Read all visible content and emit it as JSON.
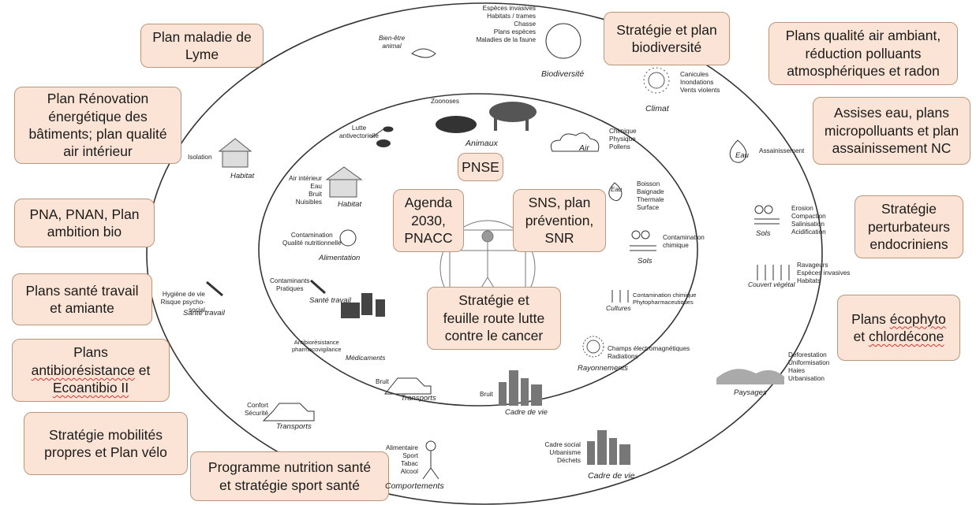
{
  "center": {
    "pnse": "PNSE"
  },
  "inner_boxes": {
    "agenda": "Agenda\n2030,\nPNACC",
    "sns": "SNS, plan\nprévention,\nSNR",
    "cancer": "Stratégie et\nfeuille route lutte\ncontre le cancer"
  },
  "outer_boxes": {
    "lyme": "Plan maladie de\nLyme",
    "renovation": "Plan Rénovation\nénergétique des\nbâtiments; plan qualité\nair intérieur",
    "pna": "PNA, PNAN, Plan\nambition bio",
    "sante_travail": "Plans santé travail\net  amiante",
    "antibio_1": "Plans",
    "antibio_2": "antibiorésistance",
    "antibio_3": " et",
    "antibio_4": "Ecoantibio II",
    "mobilite": "Stratégie mobilités\npropres et Plan vélo",
    "nutrition": "Programme nutrition santé\net stratégie sport santé",
    "biodiversite": "Stratégie et plan\nbiodiversité",
    "air": "Plans qualité air ambiant,\nréduction polluants\natmosphériques et radon",
    "eau": "Assises eau, plans\nmicropolluants et plan\nassainissement NC",
    "perturbateurs": "Stratégie\nperturbateurs\nendocriniens",
    "ecophyto_1": "Plans ",
    "ecophyto_2": "écophyto",
    "ecophyto_3": "et ",
    "ecophyto_4": "chlordécone"
  },
  "outer_ring": {
    "bien_etre": "Bien-être\nanimal",
    "biodiv_items": "Espèces invasives\nHabitats / trames\nChasse\nPlans espèces\nMaladies de la faune",
    "biodiv_cat": "Biodiversité",
    "climat_items": "Canicules\nInondations\nVents violents",
    "climat_cat": "Climat",
    "eau_cat": "Eau",
    "eau_items": "Assainissement",
    "sols_items": "Erosion\nCompaction\nSalinisation\nAcidification",
    "sols_cat": "Sols",
    "couvert_items": "Ravageurs\nEspèces invasives\nHabitats",
    "couvert_cat": "Couvert végétal",
    "paysages_items": "Déforestation\nUniformisation\nHaies\nUrbanisation",
    "paysages_cat": "Paysages",
    "cadre_items": "Cadre social\nUrbanisme\nDéchets",
    "cadre_cat": "Cadre de vie",
    "comport_items": "Alimentaire\nSport\nTabac\nAlcool",
    "comport_cat": "Comportements",
    "transports_items": "Confort\nSécurité",
    "transports_cat": "Transports",
    "travail_items": "Hygiène de vie\nRisque psycho-social",
    "travail_cat": "Santé travail",
    "habitat_items": "Isolation",
    "habitat_cat": "Habitat"
  },
  "inner_ring": {
    "zoonoses": "Zoonoses",
    "animaux_cat": "Animaux",
    "lutte": "Lutte\nantivectorielle",
    "air_cat": "Air",
    "air_items": "Chimique\nPhysique\nPollens",
    "eau_cat": "Eau",
    "eau_items": "Boisson\nBaignade\nThermale\nSurface",
    "sols_items": "Contamination\nchimique",
    "sols_cat": "Sols",
    "cultures_items": "Contamination chimique\nPhytopharmaceutiques",
    "cultures_cat": "Cultures",
    "rayon_items": "Champs électromagnétiques\nRadiations",
    "rayon_cat": "Rayonnements",
    "cadre_items": "Bruit",
    "cadre_cat": "Cadre de vie",
    "transports_items": "Bruit",
    "transports_cat": "Transports",
    "medic_items": "Antibiorésistance\npharmacovigilance",
    "medic_cat": "Médicaments",
    "travail_items": "Contaminants\nPratiques",
    "travail_cat": "Santé travail",
    "alim_items": "Contamination\nQualité nutritionnelle",
    "alim_cat": "Alimentation",
    "habitat_items": "Air intérieur\nEau\nBruit\nNuisibles",
    "habitat_cat": "Habitat"
  },
  "colors": {
    "box_fill": "#fbe4d5",
    "box_border": "#b7977e",
    "ellipse": "#333333"
  }
}
